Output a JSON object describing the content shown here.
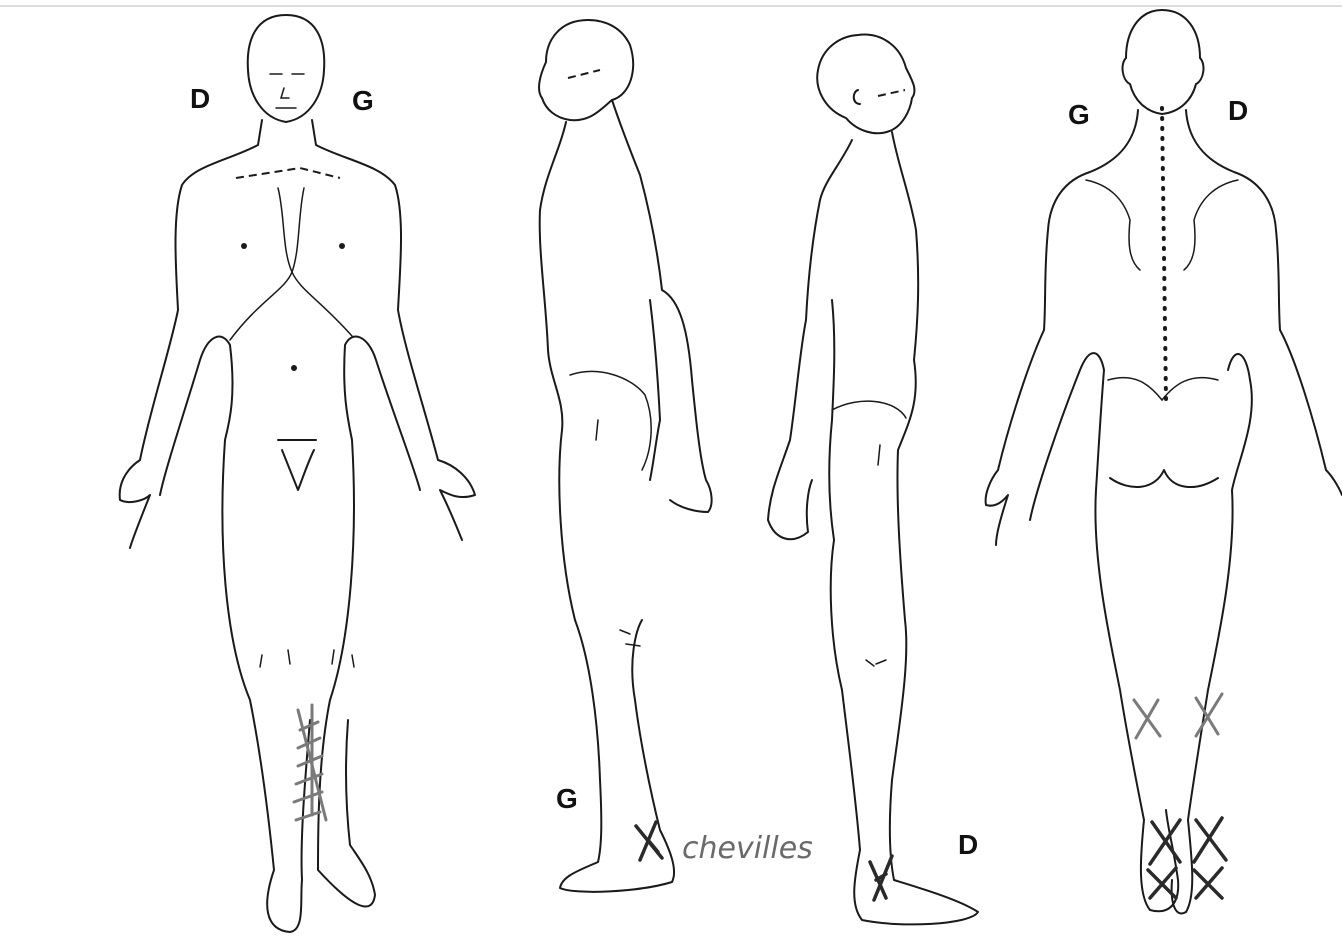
{
  "figures": {
    "front": {
      "label_left": "D",
      "label_right": "G"
    },
    "side_left": {
      "label": "G"
    },
    "side_right": {
      "label": "D"
    },
    "back": {
      "label_left": "G",
      "label_right": "D"
    }
  },
  "annotations": {
    "ankle_note": "chevilles"
  },
  "colors": {
    "outline": "#1a1a1a",
    "marker_grey": "#7a7a7a",
    "marker_dark": "#2a2a2a"
  }
}
